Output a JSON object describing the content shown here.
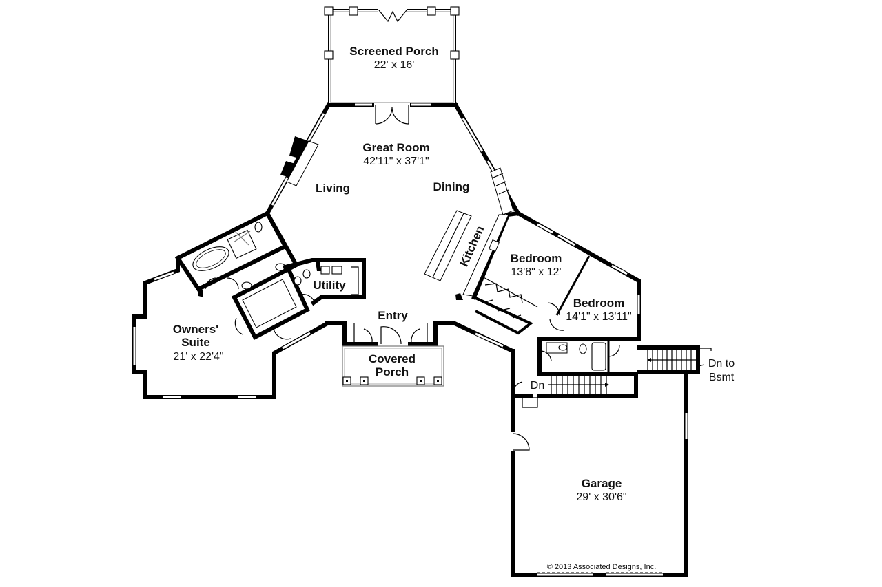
{
  "plan": {
    "type": "floor-plan",
    "rooms": [
      {
        "id": "screened-porch",
        "name": "Screened Porch",
        "dims": "22' x 16'"
      },
      {
        "id": "great-room",
        "name": "Great Room",
        "dims": "42'11\" x 37'1\""
      },
      {
        "id": "living",
        "name": "Living",
        "dims": ""
      },
      {
        "id": "dining",
        "name": "Dining",
        "dims": ""
      },
      {
        "id": "kitchen",
        "name": "Kitchen",
        "dims": ""
      },
      {
        "id": "bedroom-1",
        "name": "Bedroom",
        "dims": "13'8\" x 12'"
      },
      {
        "id": "bedroom-2",
        "name": "Bedroom",
        "dims": "14'1\" x 13'11\""
      },
      {
        "id": "utility",
        "name": "Utility",
        "dims": ""
      },
      {
        "id": "owners-suite",
        "name": "Owners'",
        "name2": "Suite",
        "dims": "21' x 22'4\""
      },
      {
        "id": "entry",
        "name": "Entry",
        "dims": ""
      },
      {
        "id": "covered-porch",
        "name": "Covered",
        "name2": "Porch",
        "dims": ""
      },
      {
        "id": "garage",
        "name": "Garage",
        "dims": "29' x 30'6\""
      }
    ],
    "stairs": [
      {
        "id": "stair-down",
        "label": "Dn"
      },
      {
        "id": "stair-basement",
        "label_line1": "Dn to",
        "label_line2": "Bsmt"
      }
    ],
    "copyright": "© 2013 Associated Designs, Inc."
  }
}
